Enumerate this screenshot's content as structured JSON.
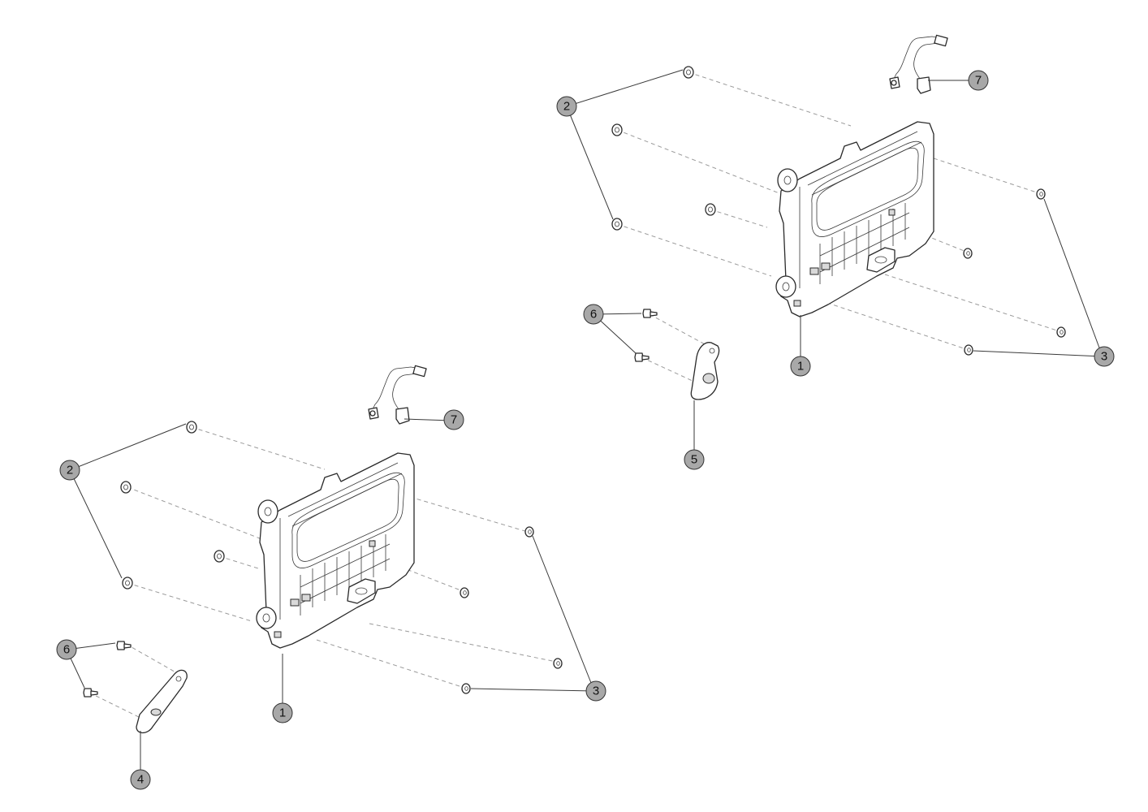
{
  "callouts": {
    "left": {
      "housing": "1",
      "washer_upper": "2",
      "nut_right": "3",
      "bracket": "4",
      "screw": "6",
      "harness": "7"
    },
    "right": {
      "housing": "1",
      "washer_upper": "2",
      "nut_right": "3",
      "bracket": "5",
      "screw": "6",
      "harness": "7"
    }
  },
  "colors": {
    "callout_fill": "#a8a8a8",
    "line": "#3a3a3a",
    "dash": "#9a9a9a"
  }
}
